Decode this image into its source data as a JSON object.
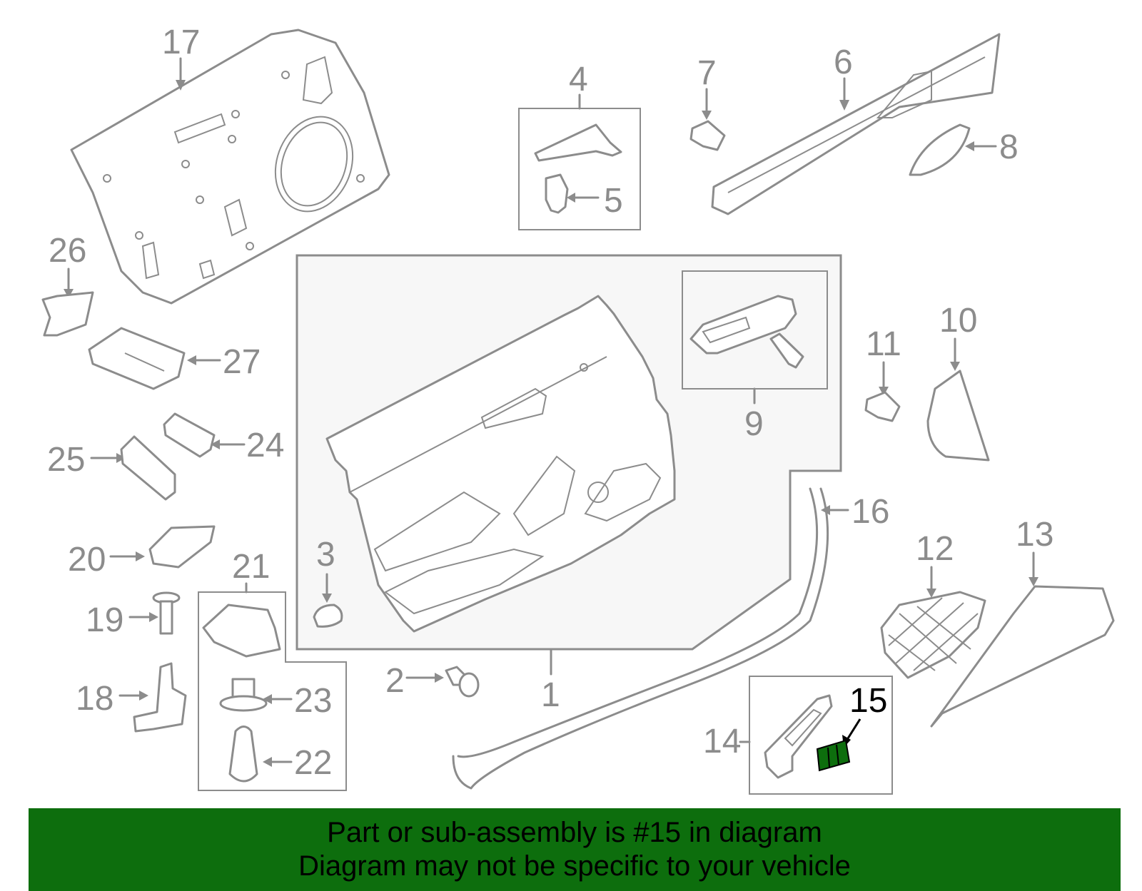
{
  "callouts": {
    "n1": "1",
    "n2": "2",
    "n3": "3",
    "n4": "4",
    "n5": "5",
    "n6": "6",
    "n7": "7",
    "n8": "8",
    "n9": "9",
    "n10": "10",
    "n11": "11",
    "n12": "12",
    "n13": "13",
    "n14": "14",
    "n15": "15",
    "n16": "16",
    "n17": "17",
    "n18": "18",
    "n19": "19",
    "n20": "20",
    "n21": "21",
    "n22": "22",
    "n23": "23",
    "n24": "24",
    "n25": "25",
    "n26": "26",
    "n27": "27"
  },
  "highlighted_part": "15",
  "colors": {
    "line": "#8c8c8c",
    "highlight": "#0d6e0d",
    "banner": "#0d6e0d",
    "banner_text": "#000000"
  },
  "banner": {
    "line1": "Part or sub-assembly is #15 in diagram",
    "line2": "Diagram may not be specific to your vehicle"
  }
}
